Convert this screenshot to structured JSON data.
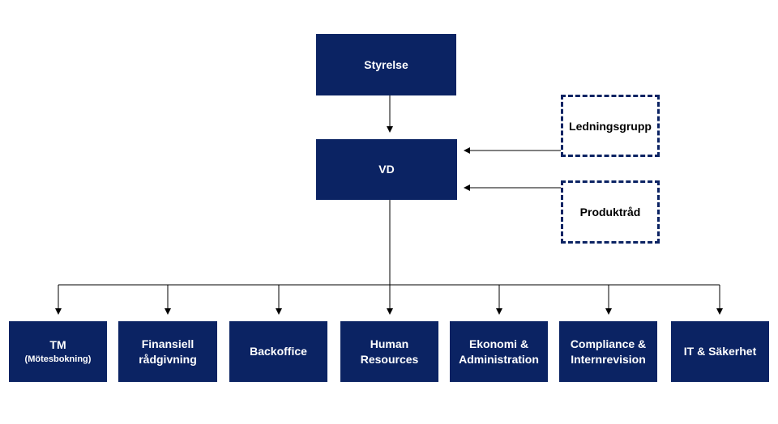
{
  "nodes": {
    "styrelse": "Styrelse",
    "vd": "VD",
    "ledningsgrupp": "Ledningsgrupp",
    "produktrad": "Produktråd"
  },
  "departments": [
    {
      "line1": "TM",
      "line2": "(Mötesbokning)"
    },
    {
      "line1": "Finansiell",
      "line2": "rådgivning"
    },
    {
      "line1": "Backoffice",
      "line2": ""
    },
    {
      "line1": "Human",
      "line2": "Resources"
    },
    {
      "line1": "Ekonomi &",
      "line2": "Administration"
    },
    {
      "line1": "Compliance &",
      "line2": "Internrevision"
    },
    {
      "line1": "IT & Säkerhet",
      "line2": ""
    }
  ],
  "colors": {
    "box_fill": "#0b2363",
    "box_text": "#ffffff",
    "dashed_border": "#0b2363",
    "connector": "#000000"
  }
}
